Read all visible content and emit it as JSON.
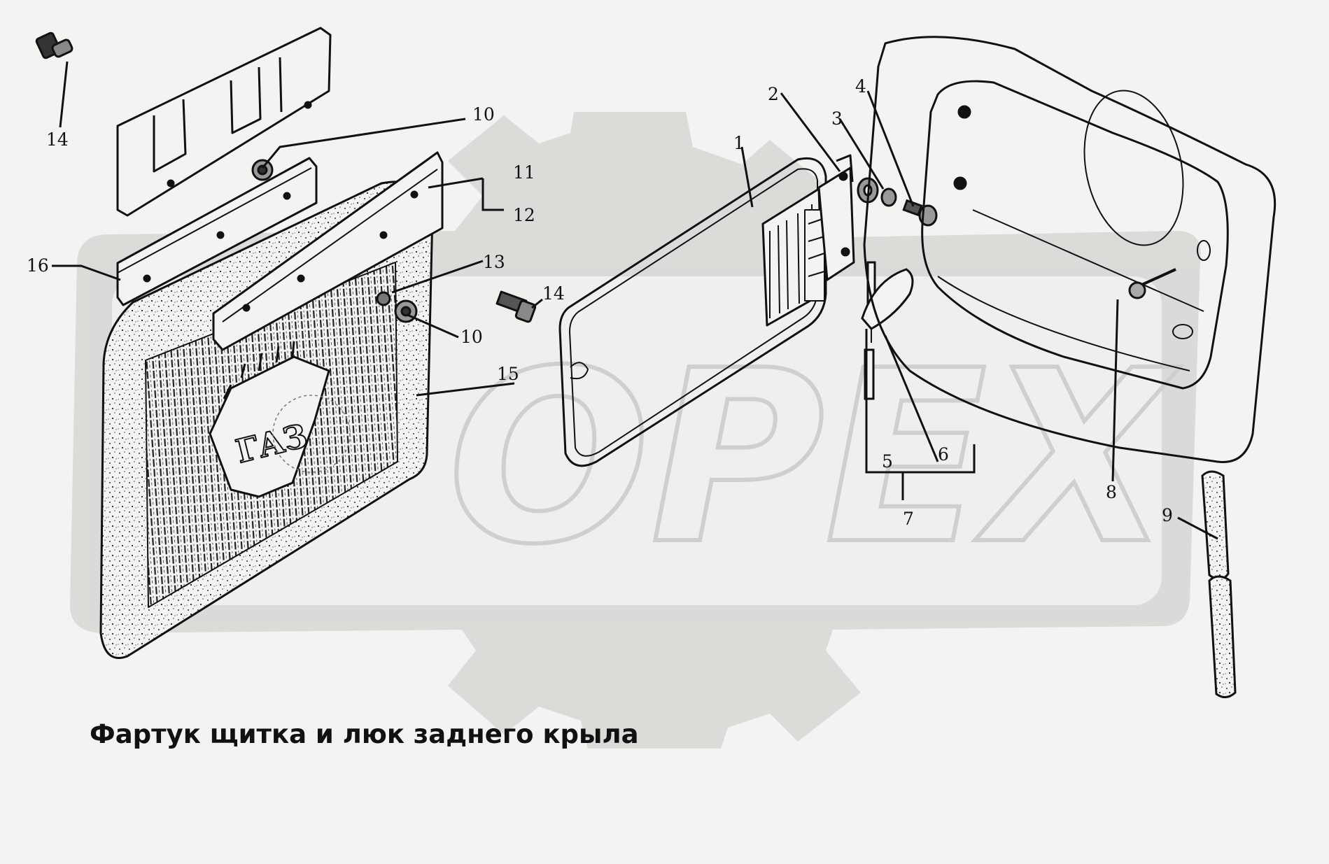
{
  "caption": "Фартук щитка и люк  заднего  крыла",
  "watermark": {
    "text": "OPEX",
    "logo": "gear-watermark-logo"
  },
  "callouts": [
    {
      "id": "c1",
      "text": "1"
    },
    {
      "id": "c2",
      "text": "2"
    },
    {
      "id": "c3",
      "text": "3"
    },
    {
      "id": "c4",
      "text": "4"
    },
    {
      "id": "c5",
      "text": "5"
    },
    {
      "id": "c6",
      "text": "6"
    },
    {
      "id": "c7",
      "text": "7"
    },
    {
      "id": "c8",
      "text": "8"
    },
    {
      "id": "c9",
      "text": "9"
    },
    {
      "id": "c10a",
      "text": "10"
    },
    {
      "id": "c10b",
      "text": "10"
    },
    {
      "id": "c11",
      "text": "11"
    },
    {
      "id": "c12",
      "text": "12"
    },
    {
      "id": "c13",
      "text": "13"
    },
    {
      "id": "c14a",
      "text": "14"
    },
    {
      "id": "c14b",
      "text": "14"
    },
    {
      "id": "c15",
      "text": "15"
    },
    {
      "id": "c16",
      "text": "16"
    }
  ],
  "mudflap_logo_text": "ГАЗ",
  "colors": {
    "line": "#111111",
    "watermark": "#d6d6d4",
    "background": "#f3f3f1"
  }
}
